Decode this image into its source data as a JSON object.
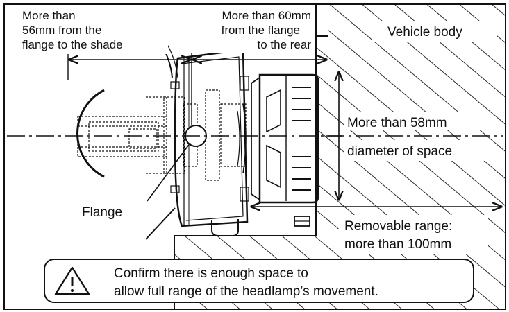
{
  "labels": {
    "shade_dist_1": "More than",
    "shade_dist_2": "56mm from the",
    "shade_dist_3": "flange to the shade",
    "rear_dist_1": "More than 60mm",
    "rear_dist_2": "from the flange",
    "rear_dist_3": "to the rear",
    "vehicle_body": "Vehicle body",
    "diameter_1": "More than 58mm",
    "diameter_2": "diameter of space",
    "flange": "Flange",
    "removable_1": "Removable range:",
    "removable_2": "more than 100mm"
  },
  "notice": {
    "line1": "Confirm there is enough space to",
    "line2": "allow full range of the headlamp’s movement."
  },
  "icons": {
    "warning": "warning-triangle-icon"
  },
  "colors": {
    "ink": "#111111",
    "background": "#ffffff"
  }
}
